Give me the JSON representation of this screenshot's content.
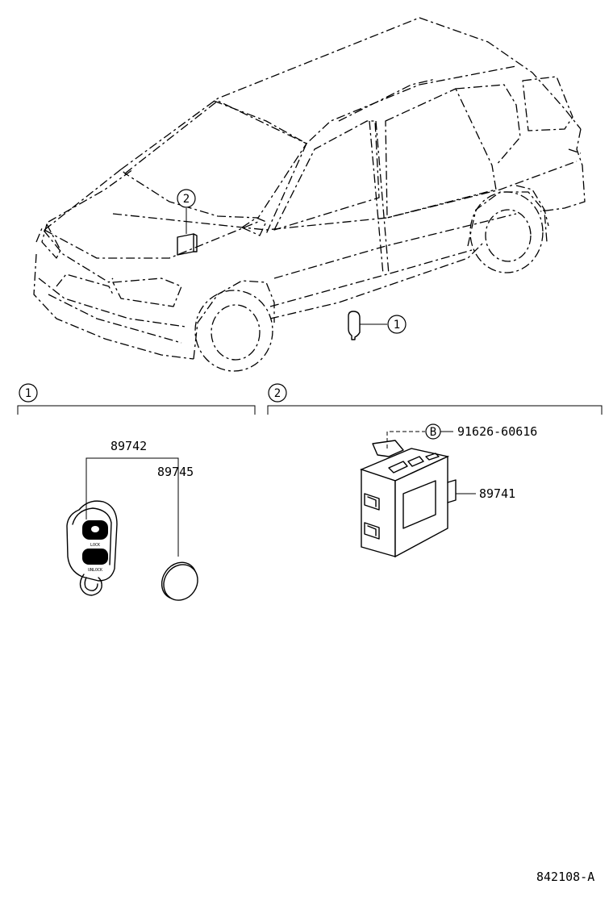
{
  "callouts": {
    "key_group": "1",
    "receiver_group": "2",
    "bolt_ref": "B"
  },
  "parts": {
    "transmitter": "89742",
    "battery": "89745",
    "receiver": "89741",
    "bolt": "91626-60616"
  },
  "key_fob": {
    "lock_label": "LOCK",
    "unlock_label": "UNLOCK"
  },
  "figure_code": "842108-A"
}
